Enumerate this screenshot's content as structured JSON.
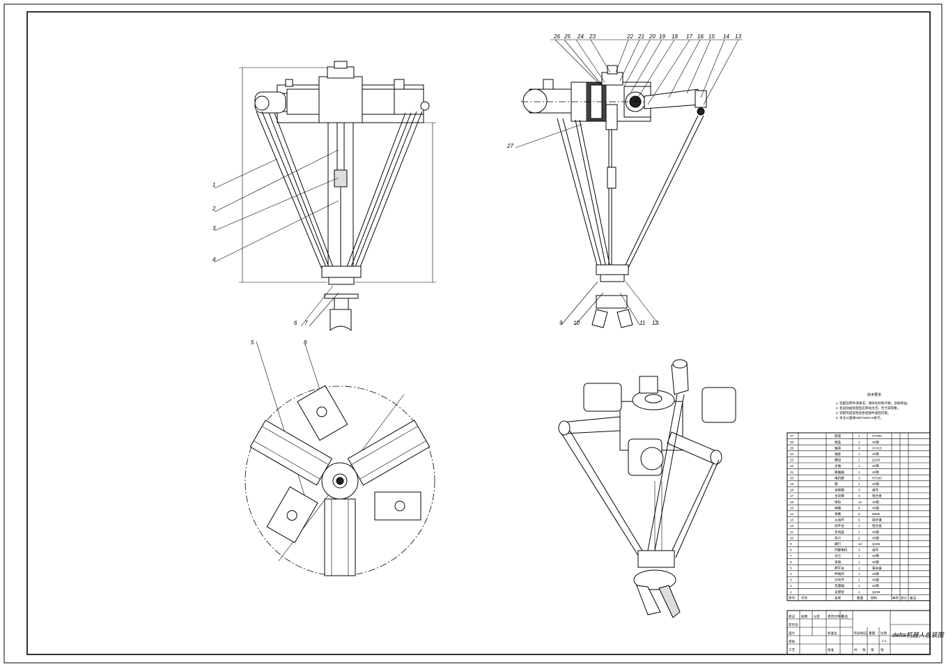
{
  "drawing": {
    "title": "delta机器人总装图",
    "balloons_front": [
      "1",
      "2",
      "3",
      "4",
      "6",
      "7"
    ],
    "balloons_side": [
      "26",
      "25",
      "24",
      "23",
      "22",
      "21",
      "20",
      "19",
      "18",
      "17",
      "16",
      "15",
      "14",
      "13",
      "27",
      "9",
      "10",
      "11",
      "12"
    ],
    "balloons_top": [
      "5",
      "8"
    ],
    "notes_heading": "技术要求",
    "notes": [
      "1. 装配前零件须清洗，清除毛刺和污物，涂防锈油。",
      "2. 各运动副装配后应转动灵活，无卡滞现象。",
      "3. 装配完成后检验各连接件紧固可靠。",
      "4. 未注公差按GB/T1804-m执行。"
    ]
  },
  "bom": {
    "header": [
      "序号",
      "代号",
      "名称",
      "数量",
      "材料",
      "单件",
      "总计",
      "备注"
    ],
    "rows": [
      [
        "27",
        "",
        "底座",
        "1",
        "HT200"
      ],
      [
        "26",
        "",
        "端盖",
        "1",
        "45钢"
      ],
      [
        "25",
        "",
        "轴承",
        "3",
        "GCr15"
      ],
      [
        "24",
        "",
        "轴套",
        "1",
        "45钢"
      ],
      [
        "23",
        "",
        "螺母",
        "1",
        "Q235"
      ],
      [
        "22",
        "",
        "主轴",
        "1",
        "45钢"
      ],
      [
        "21",
        "",
        "联轴器",
        "1",
        "45钢"
      ],
      [
        "20",
        "",
        "电机座",
        "3",
        "HT200"
      ],
      [
        "19",
        "",
        "键",
        "1",
        "45钢"
      ],
      [
        "18",
        "",
        "减速器",
        "3",
        "组件"
      ],
      [
        "17",
        "",
        "主动臂",
        "3",
        "铝合金"
      ],
      [
        "16",
        "",
        "球铰",
        "12",
        "45钢"
      ],
      [
        "15",
        "",
        "销轴",
        "6",
        "45钢"
      ],
      [
        "14",
        "",
        "弹簧",
        "6",
        "65Mn"
      ],
      [
        "13",
        "",
        "从动杆",
        "6",
        "碳纤维"
      ],
      [
        "12",
        "",
        "动平台",
        "1",
        "铝合金"
      ],
      [
        "11",
        "",
        "夹具座",
        "1",
        "45钢"
      ],
      [
        "10",
        "",
        "夹爪",
        "2",
        "45钢"
      ],
      [
        "9",
        "",
        "螺钉",
        "12",
        "Q235"
      ],
      [
        "8",
        "",
        "伺服电机",
        "3",
        "组件"
      ],
      [
        "7",
        "",
        "法兰",
        "1",
        "45钢"
      ],
      [
        "6",
        "",
        "末端",
        "1",
        "45钢"
      ],
      [
        "5",
        "",
        "静平台",
        "1",
        "铝合金"
      ],
      [
        "4",
        "",
        "伸缩杆",
        "1",
        "45钢"
      ],
      [
        "3",
        "",
        "万向节",
        "2",
        "45钢"
      ],
      [
        "2",
        "",
        "花键轴",
        "1",
        "45钢"
      ],
      [
        "1",
        "",
        "支撑架",
        "1",
        "Q235"
      ]
    ]
  },
  "title_block": {
    "labels": [
      "标记",
      "处数",
      "分区",
      "更改文件号",
      "签名",
      "年月日",
      "设计",
      "标准化",
      "审核",
      "工艺",
      "批准",
      "阶段标记",
      "重量",
      "比例",
      "共",
      "张",
      "第",
      "张"
    ],
    "scale": "1:1"
  }
}
